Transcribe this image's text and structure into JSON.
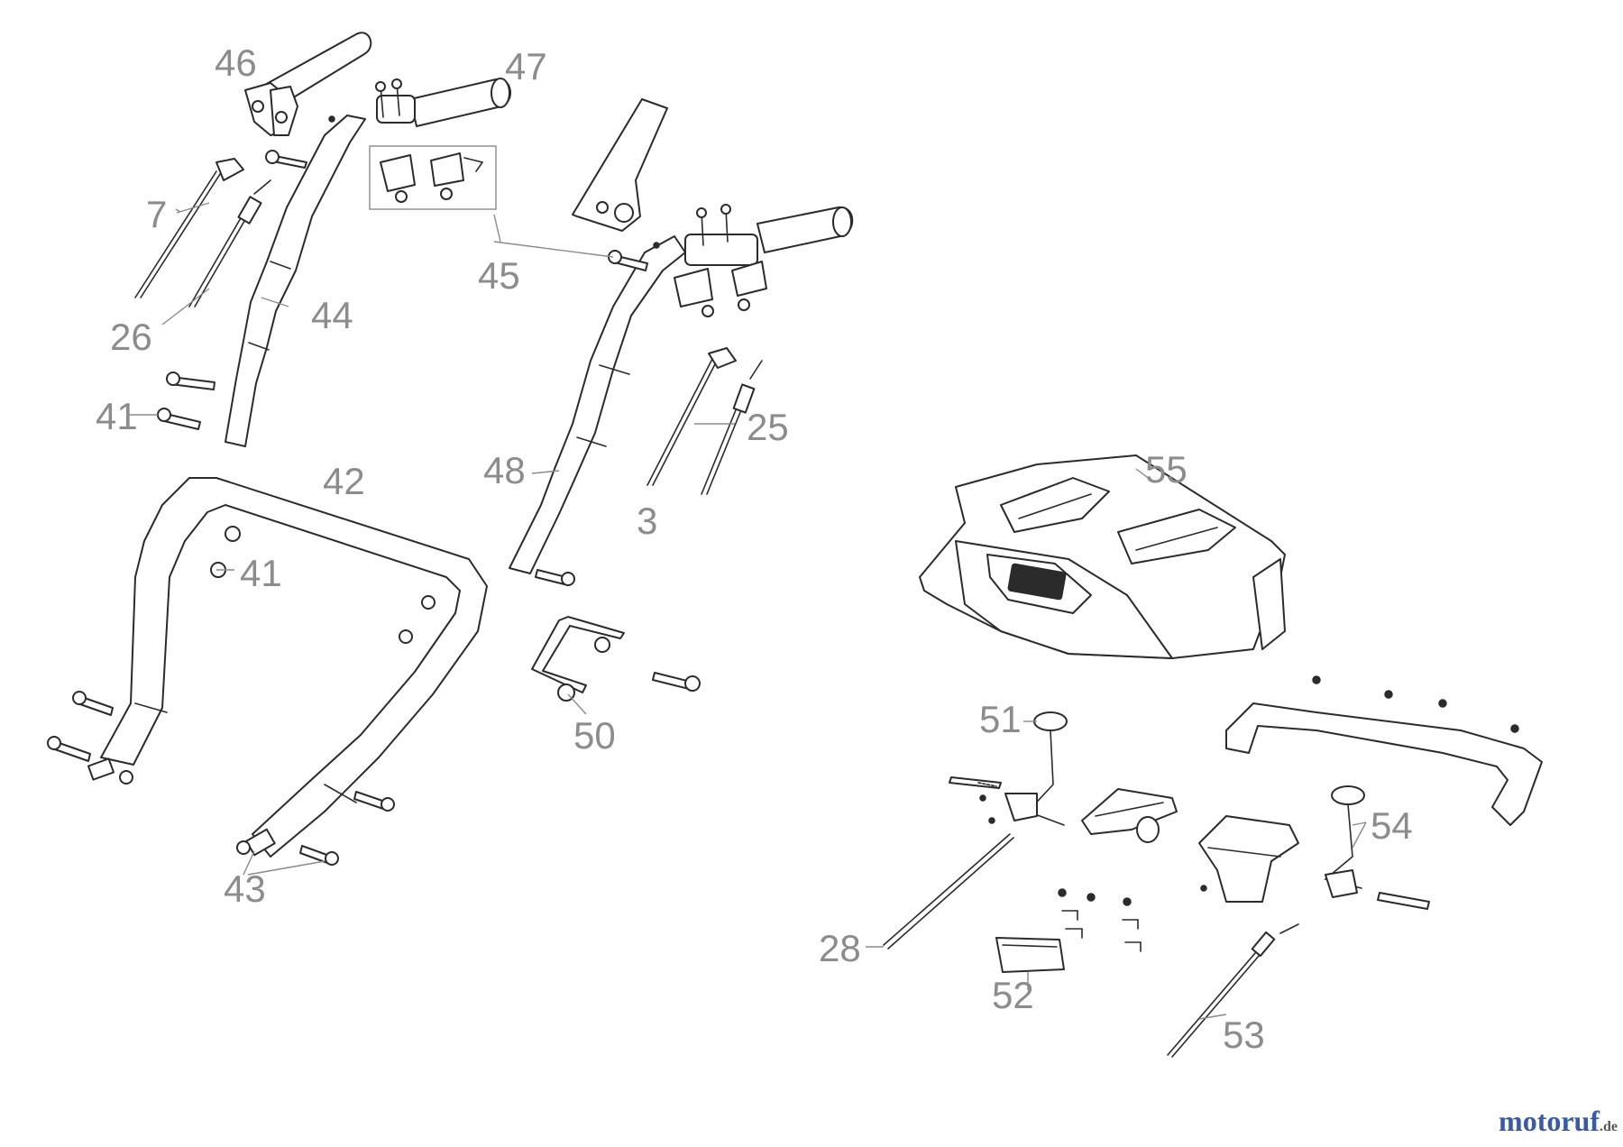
{
  "callouts": [
    {
      "id": "46",
      "label": "46"
    },
    {
      "id": "47",
      "label": "47"
    },
    {
      "id": "7",
      "label": "7"
    },
    {
      "id": "45",
      "label": "45"
    },
    {
      "id": "26",
      "label": "26"
    },
    {
      "id": "44",
      "label": "44"
    },
    {
      "id": "41a",
      "label": "41"
    },
    {
      "id": "25",
      "label": "25"
    },
    {
      "id": "42",
      "label": "42"
    },
    {
      "id": "48",
      "label": "48"
    },
    {
      "id": "3",
      "label": "3"
    },
    {
      "id": "55",
      "label": "55"
    },
    {
      "id": "41b",
      "label": "41"
    },
    {
      "id": "50",
      "label": "50"
    },
    {
      "id": "51",
      "label": "51"
    },
    {
      "id": "54",
      "label": "54"
    },
    {
      "id": "43",
      "label": "43"
    },
    {
      "id": "28",
      "label": "28"
    },
    {
      "id": "52",
      "label": "52"
    },
    {
      "id": "53",
      "label": "53"
    }
  ],
  "watermark": {
    "text": "motoruf",
    "tld": ".de"
  },
  "colors": {
    "line": "#2b2b2b",
    "label": "#8c8c8c"
  }
}
